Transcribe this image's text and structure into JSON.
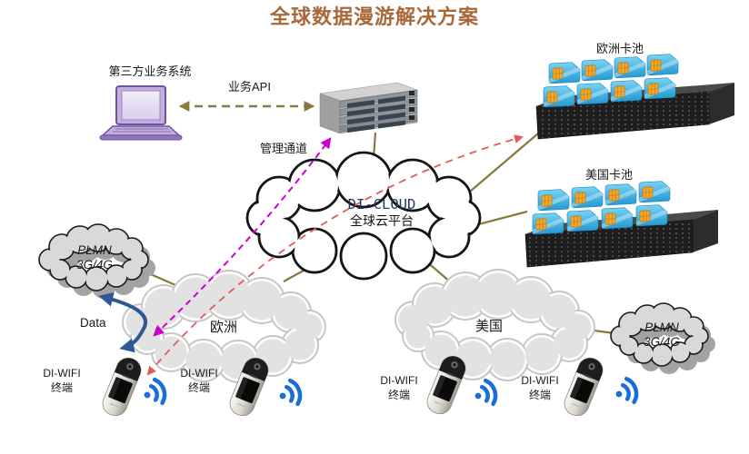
{
  "title": "全球数据漫游解决方案",
  "colors": {
    "title_text": "#a8683a",
    "connector_olive": "#877940",
    "management_channel_magenta": "#cc00cc",
    "roaming_path_red": "#e05a5a",
    "data_flow_blue": "#2d5a96",
    "wifi_icon_blue": "#1b6ed8",
    "sim_card_blue": "#3fb0e8",
    "sim_chip_gold": "#f3a82c",
    "cloud_platform_text_navy": "#203864"
  },
  "nodes": {
    "third_party_system": {
      "label": "第三方业务系统"
    },
    "business_api": {
      "label": "业务API"
    },
    "management_channel": {
      "label": "管理通道"
    },
    "cloud_platform": {
      "name": "DI-CLOUD",
      "subtitle": "全球云平台"
    },
    "europe_card_pool": {
      "label": "欧洲卡池"
    },
    "us_card_pool": {
      "label": "美国卡池"
    },
    "plmn_left": {
      "line1": "PLMN",
      "line2": "3G/4G"
    },
    "plmn_right": {
      "line1": "PLMN",
      "line2": "3G/4G"
    },
    "europe_network": {
      "label": "欧洲"
    },
    "us_network": {
      "label": "美国"
    },
    "data_link": {
      "label": "Data"
    },
    "terminals": [
      {
        "line1": "DI-WIFI",
        "line2": "终端"
      },
      {
        "line1": "DI-WIFI",
        "line2": "终端"
      },
      {
        "line1": "DI-WIFI",
        "line2": "终端"
      },
      {
        "line1": "DI-WIFI",
        "line2": "终端"
      }
    ]
  }
}
